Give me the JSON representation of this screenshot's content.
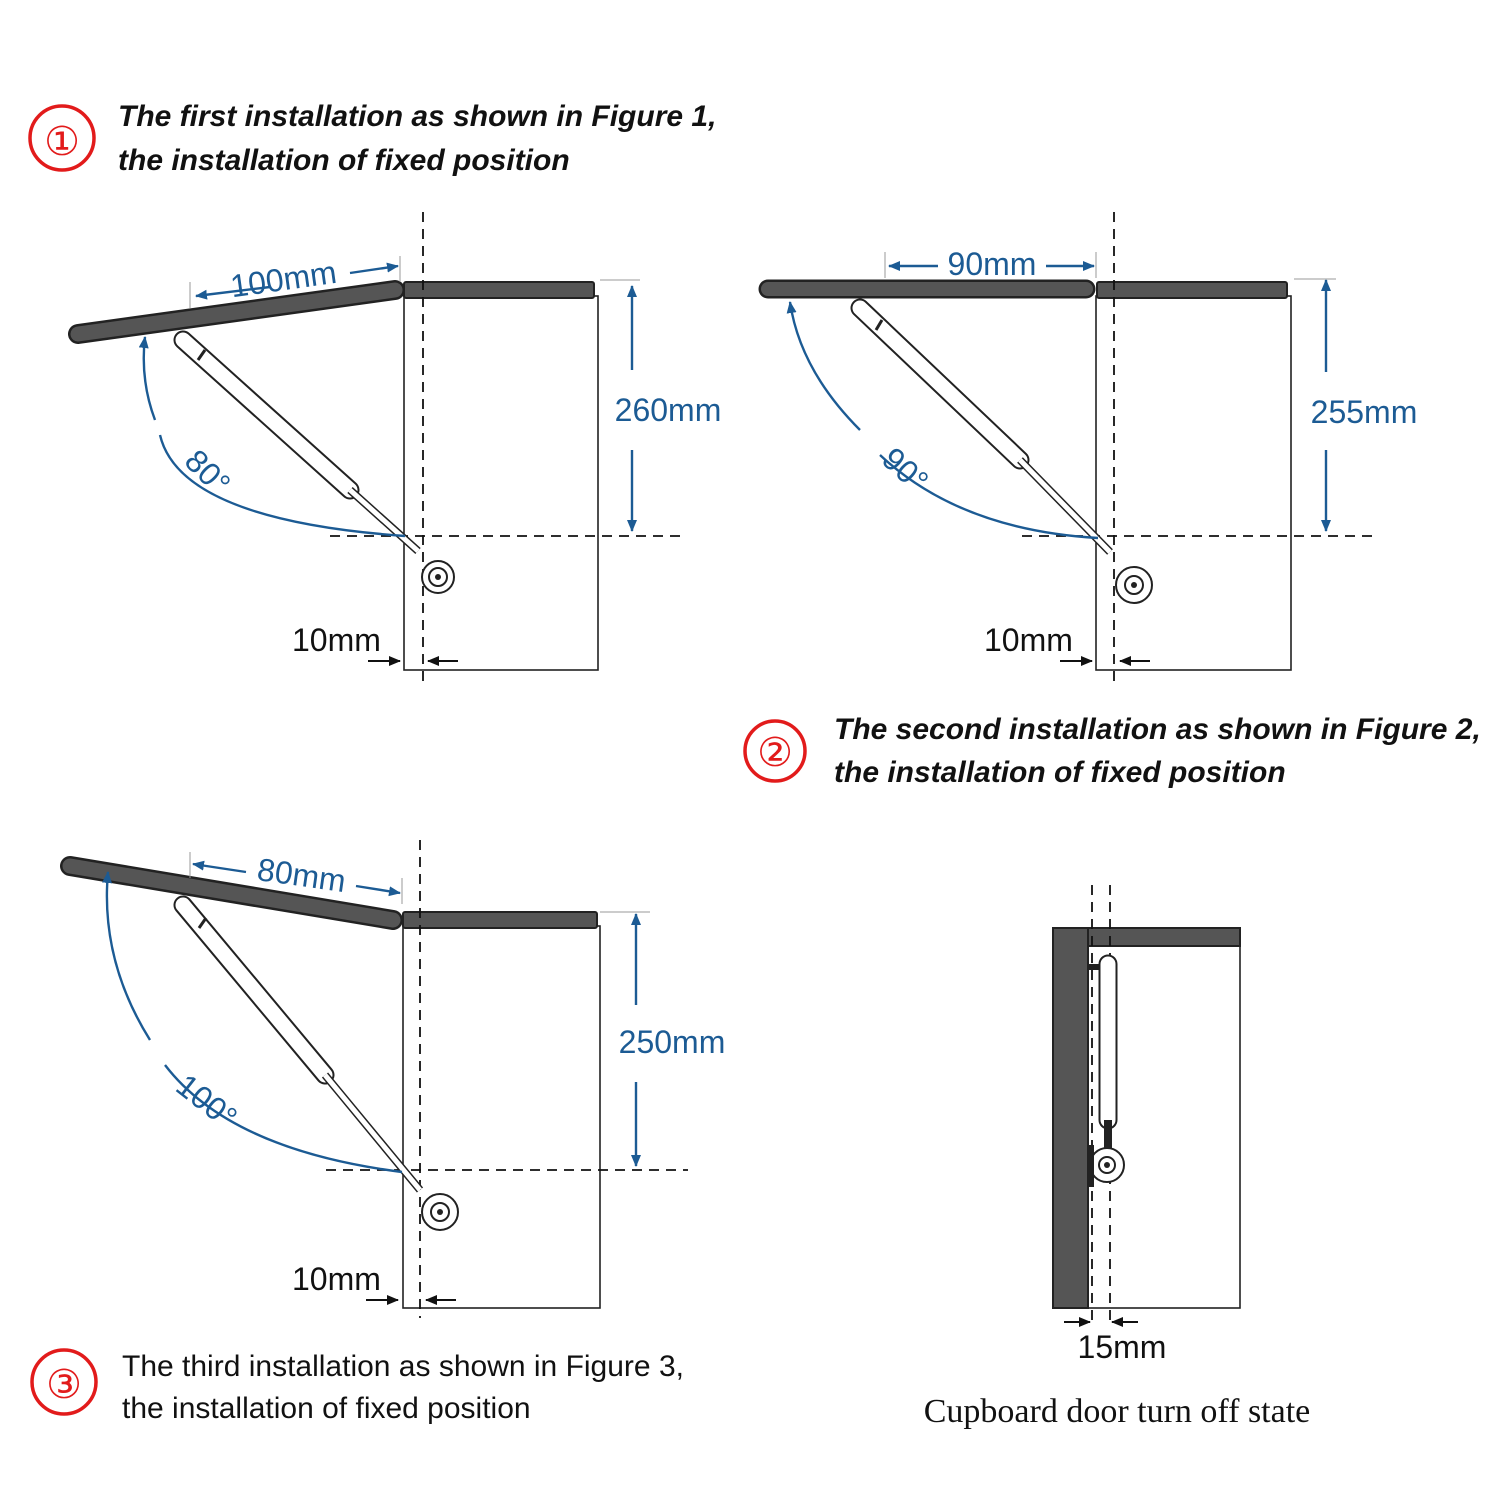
{
  "colors": {
    "accent": "#e21b1b",
    "dimension": "#1c5b94",
    "panel": "#555555"
  },
  "figure1": {
    "marker": "①",
    "line1": "The first installation as shown in Figure 1,",
    "line2": "the installation of fixed position",
    "width_dim": "100mm",
    "height_dim": "260mm",
    "angle": "80°",
    "offset": "10mm"
  },
  "figure2": {
    "marker": "②",
    "line1": "The second installation as shown in Figure 2,",
    "line2": "the installation of fixed position",
    "width_dim": "90mm",
    "height_dim": "255mm",
    "angle": "90°",
    "offset": "10mm"
  },
  "figure3": {
    "marker": "③",
    "line1": "The third installation as shown in Figure 3,",
    "line2": "the installation of fixed position",
    "width_dim": "80mm",
    "height_dim": "250mm",
    "angle": "100°",
    "offset": "10mm"
  },
  "figure4": {
    "offset": "15mm",
    "caption": "Cupboard door turn off state"
  }
}
